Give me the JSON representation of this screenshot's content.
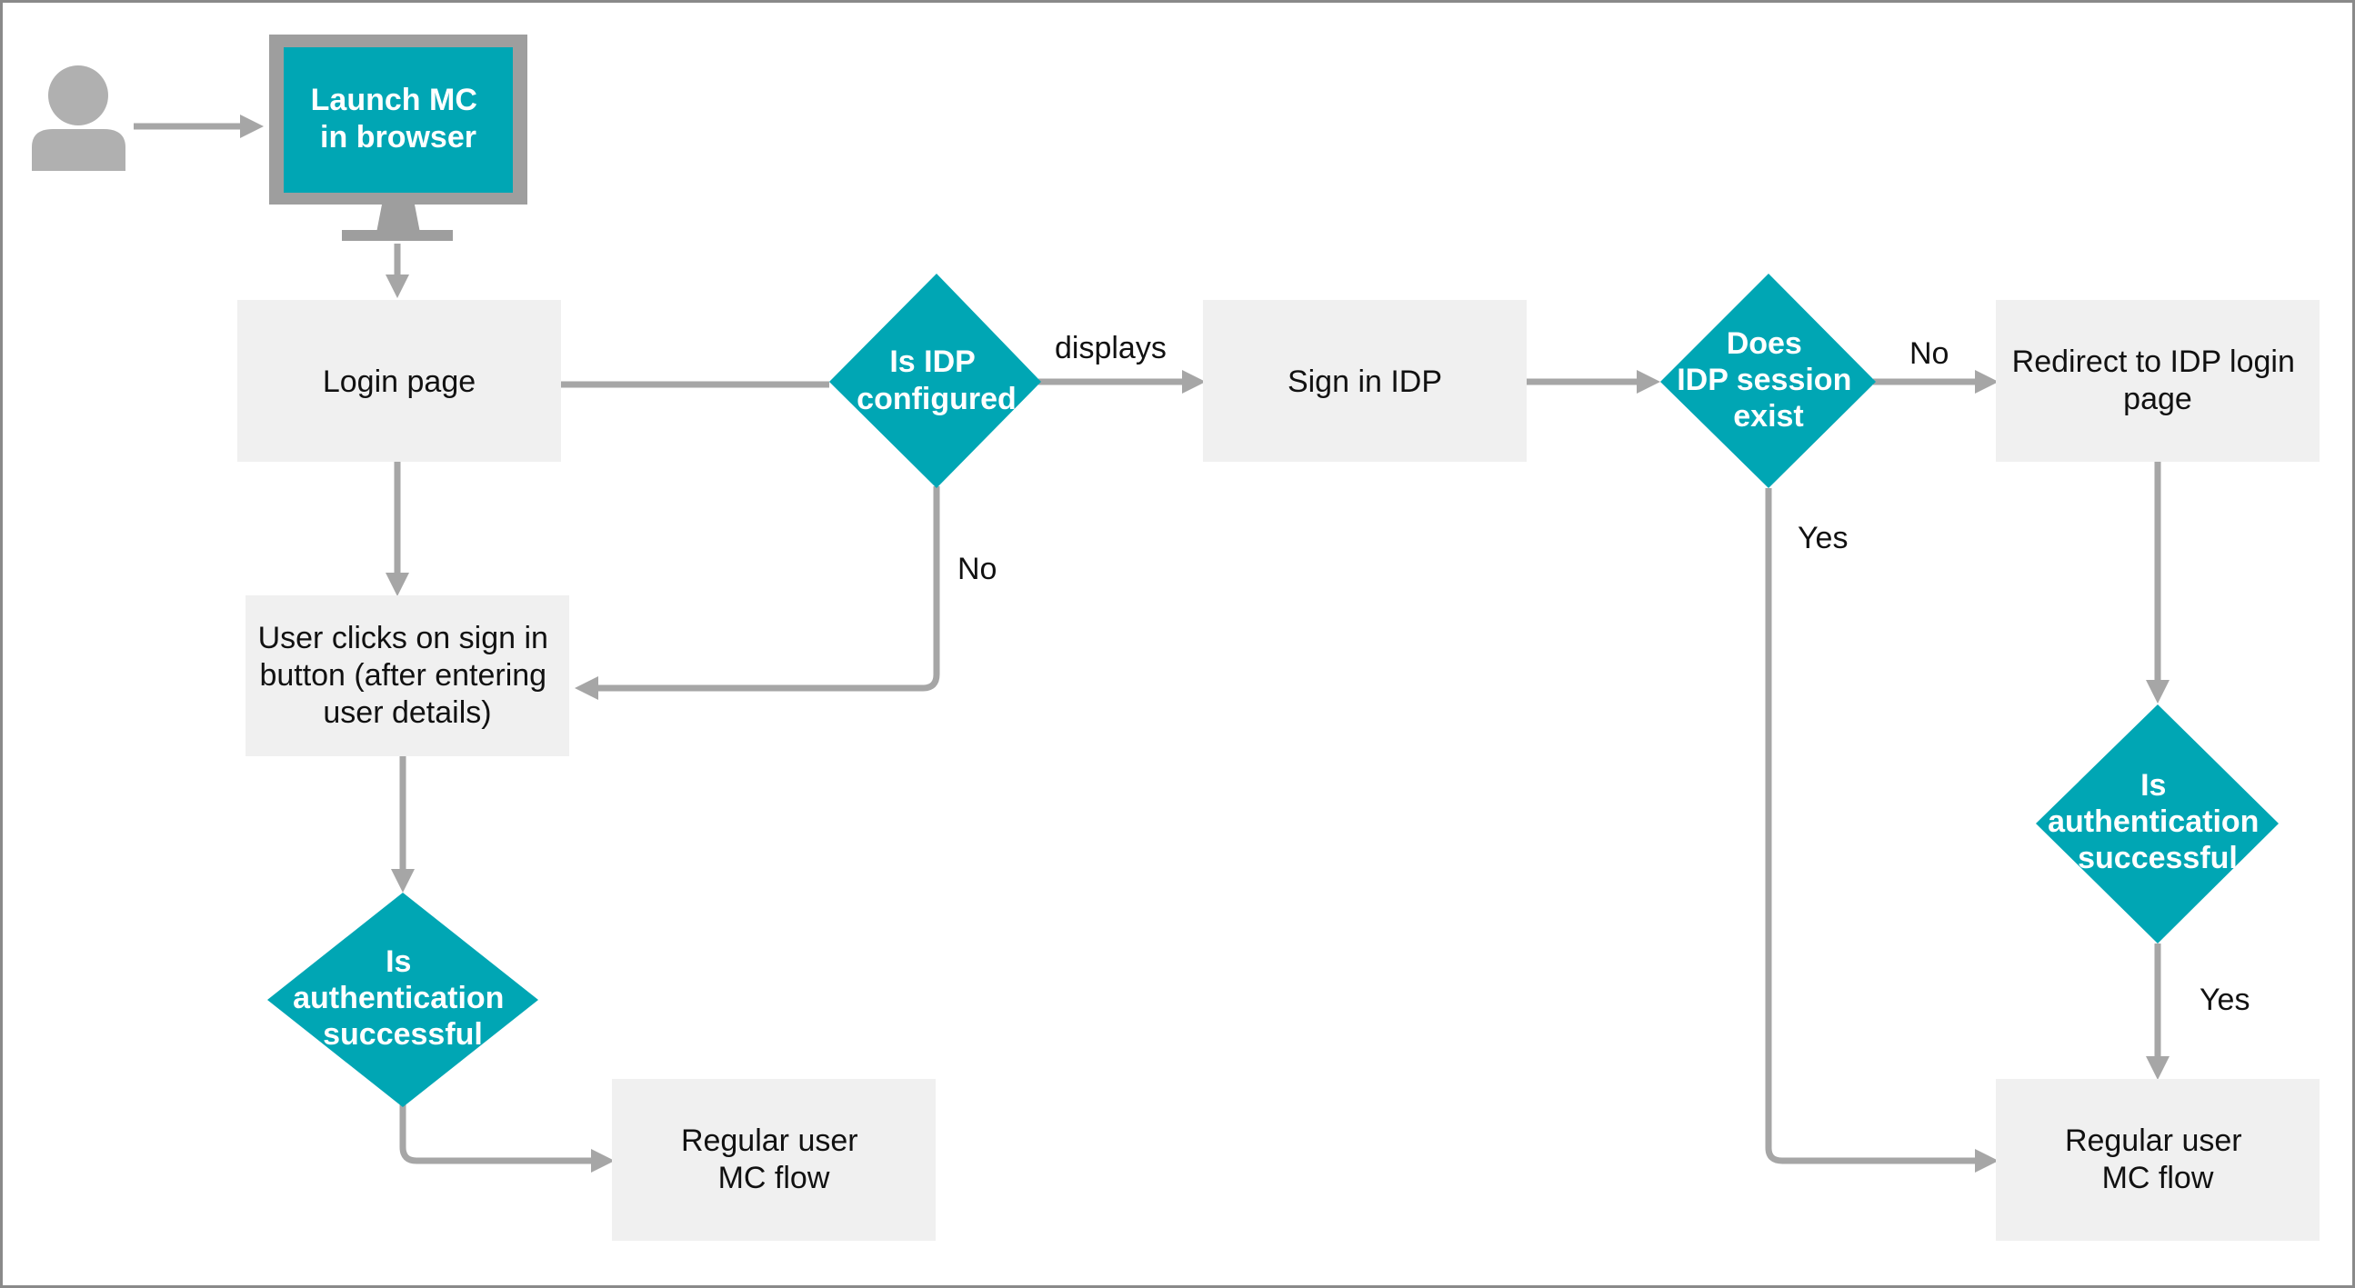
{
  "colors": {
    "diamond_fill": "#00a6b4",
    "box_fill": "#f0f0f0",
    "connector": "#a6a6a6",
    "user_icon": "#b0b0b0",
    "monitor_frame": "#9e9e9e"
  },
  "nodes": {
    "monitor": {
      "lines": [
        "Launch MC",
        "in browser"
      ]
    },
    "login_page": {
      "lines": [
        "Login page"
      ]
    },
    "idp_configured": {
      "lines": [
        "Is IDP",
        "configured"
      ]
    },
    "sign_in_idp": {
      "lines": [
        "Sign in IDP"
      ]
    },
    "idp_session": {
      "lines": [
        "Does",
        "IDP session",
        "exist"
      ]
    },
    "redirect_idp": {
      "lines": [
        "Redirect to IDP login",
        "page"
      ]
    },
    "user_clicks": {
      "lines": [
        "User clicks on sign in",
        "button (after entering",
        "user details)"
      ]
    },
    "auth_left": {
      "lines": [
        "Is",
        "authentication",
        "successful"
      ]
    },
    "auth_right": {
      "lines": [
        "Is",
        "authentication",
        "successful"
      ]
    },
    "regular_left": {
      "lines": [
        "Regular user",
        "MC flow"
      ]
    },
    "regular_right": {
      "lines": [
        "Regular user",
        "MC flow"
      ]
    }
  },
  "edge_labels": {
    "displays": "displays",
    "no_idp": "No",
    "no_session": "No",
    "yes_session": "Yes",
    "yes_auth": "Yes"
  }
}
